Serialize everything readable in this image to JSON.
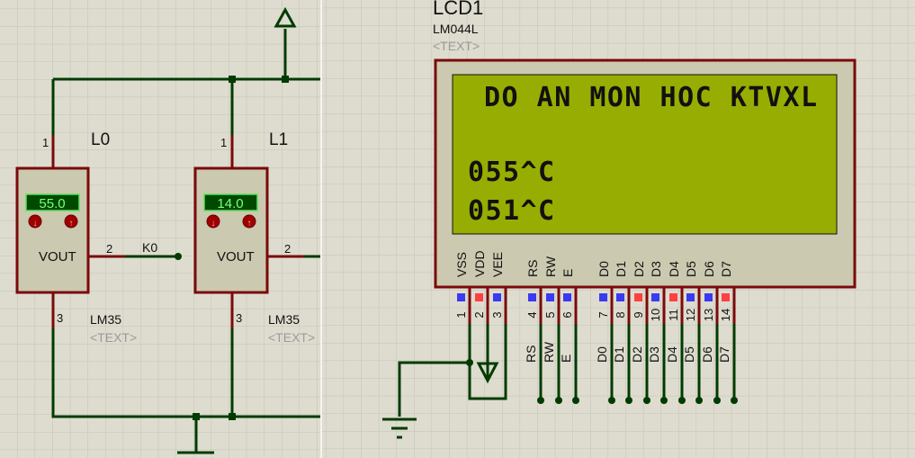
{
  "left_pane": {
    "sensors": [
      {
        "ref": "L0",
        "part": "LM35",
        "placeholder": "<TEXT>",
        "reading": "55.0",
        "pin_label": "VOUT",
        "pin1": "1",
        "pin2": "2",
        "pin3": "3",
        "net": "K0"
      },
      {
        "ref": "L1",
        "part": "LM35",
        "placeholder": "<TEXT>",
        "reading": "14.0",
        "pin_label": "VOUT",
        "pin1": "1",
        "pin2": "2",
        "pin3": "3"
      }
    ]
  },
  "right_pane": {
    "lcd": {
      "ref": "LCD1",
      "part": "LM044L",
      "placeholder": "<TEXT>",
      "lines": [
        "DO AN MON HOC KTVXL",
        "",
        "055^C",
        "051^C"
      ],
      "pins": [
        {
          "num": "1",
          "name": "VSS",
          "state": "low"
        },
        {
          "num": "2",
          "name": "VDD",
          "state": "high"
        },
        {
          "num": "3",
          "name": "VEE",
          "state": "low"
        },
        {
          "num": "4",
          "name": "RS",
          "state": "low",
          "net": "RS"
        },
        {
          "num": "5",
          "name": "RW",
          "state": "low",
          "net": "RW"
        },
        {
          "num": "6",
          "name": "E",
          "state": "low",
          "net": "E"
        },
        {
          "num": "7",
          "name": "D0",
          "state": "low",
          "net": "D0"
        },
        {
          "num": "8",
          "name": "D1",
          "state": "low",
          "net": "D1"
        },
        {
          "num": "9",
          "name": "D2",
          "state": "high",
          "net": "D2"
        },
        {
          "num": "10",
          "name": "D3",
          "state": "low",
          "net": "D3"
        },
        {
          "num": "11",
          "name": "D4",
          "state": "high",
          "net": "D4"
        },
        {
          "num": "12",
          "name": "D5",
          "state": "low",
          "net": "D5"
        },
        {
          "num": "13",
          "name": "D6",
          "state": "low",
          "net": "D6"
        },
        {
          "num": "14",
          "name": "D7",
          "state": "high",
          "net": "D7"
        }
      ]
    }
  },
  "colors": {
    "background": "#dedccf",
    "grid": "#c4c2b8",
    "wire": "#003b00",
    "component_border": "#7a0a0a",
    "component_fill": "#cbc9b0",
    "lcd_screen": "#98ad02",
    "state_high": "#ff4040",
    "state_low": "#3a3af0",
    "readout_bg": "#004a00",
    "readout_text": "#7cff7c"
  }
}
